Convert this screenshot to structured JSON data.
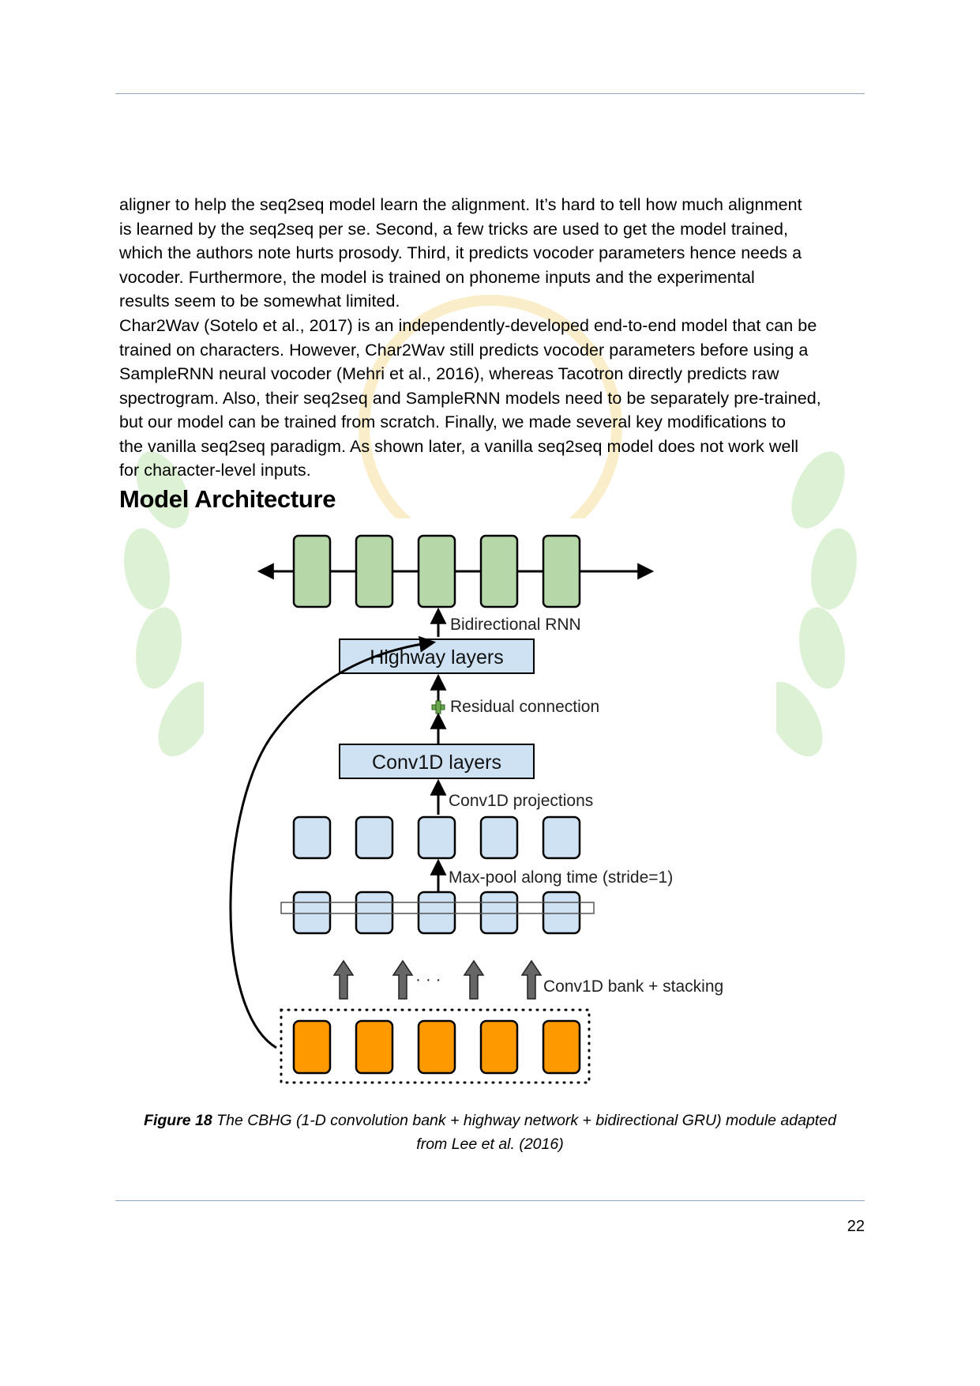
{
  "body": {
    "paragraph_1_lines": [
      "aligner to help the seq2seq model learn the alignment. It’s hard to tell how much alignment",
      "is learned by the seq2seq per se. Second, a few tricks are used to get the model trained,",
      "which the authors note hurts prosody. Third, it predicts vocoder parameters hence needs a",
      "vocoder. Furthermore, the model is trained on phoneme inputs and the experimental",
      "results seem to be somewhat limited."
    ],
    "paragraph_2_lines": [
      "Char2Wav (Sotelo et al., 2017) is an independently-developed end-to-end model that can be",
      "trained on characters. However, Char2Wav still predicts vocoder parameters before using a",
      "SampleRNN neural vocoder (Mehri et al., 2016), whereas Tacotron directly predicts raw",
      "spectrogram. Also, their seq2seq and SampleRNN models need to be separately pre-trained,",
      "but our model can be trained from scratch. Finally, we made several key modifications to",
      "the vanilla seq2seq paradigm. As shown later, a vanilla seq2seq model does not work well",
      "for character-level inputs."
    ]
  },
  "section_heading": "Model Architecture",
  "diagram": {
    "labels": {
      "bidirectional_rnn": "Bidirectional RNN",
      "highway_layers": "Highway layers",
      "residual_connection": "Residual connection",
      "conv1d_layers": "Conv1D layers",
      "conv1d_projections": "Conv1D projections",
      "maxpool": "Max-pool along time (stride=1)",
      "conv_bank": "Conv1D bank + stacking",
      "ellipsis": "· · ·"
    },
    "colors": {
      "rnn_cell": "#b6d7a8",
      "layer_box": "#cfe2f3",
      "input_cell": "#ff9900",
      "residual_plus": "#6aa84f",
      "stroke": "#000000"
    }
  },
  "caption": {
    "label": "Figure 18",
    "text": " The CBHG (1-D convolution bank + highway network + bidirectional GRU) module adapted",
    "text_line2": "from Lee et al. (2016)"
  },
  "page_number": "22"
}
